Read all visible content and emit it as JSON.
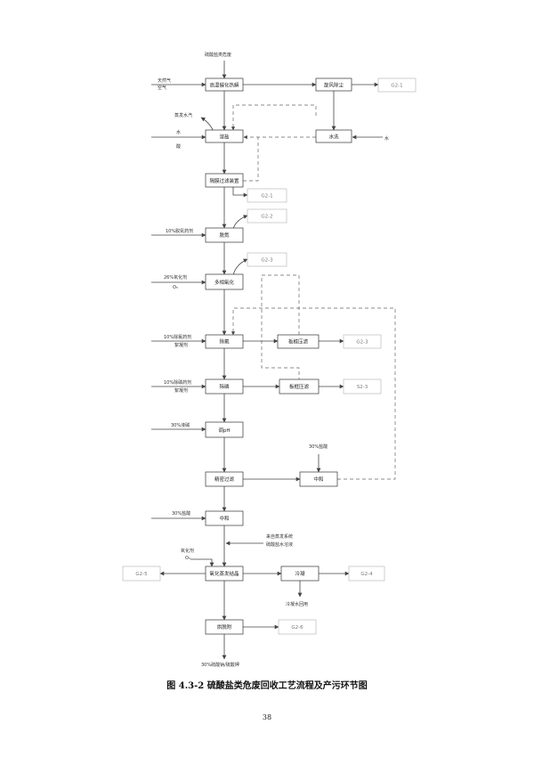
{
  "top_input": "硫酸盐类危废",
  "nodes": {
    "n1": "高温催化热解",
    "n2": "旋风除尘",
    "n3": "溶盐",
    "n4": "水洗",
    "n5": "隔膜过滤装置",
    "n6": "脱氮",
    "n7": "多相氧化",
    "n8": "除氟",
    "n9": "板框压滤",
    "n10": "除磷",
    "n11": "板框压滤",
    "n12": "调pH",
    "n13": "精密过滤",
    "n14": "中和",
    "n15": "中和",
    "n16": "氧化蒸发结晶",
    "n17": "冷凝",
    "n18": "烘脱附"
  },
  "emissions": {
    "e1": "G2-1",
    "e2": "G2-1",
    "e3": "G2-2",
    "e4": "G2-3",
    "e5": "G2-3",
    "e6": "S2-3",
    "e7": "G2-5",
    "e8": "G2-4",
    "e9": "G2-6"
  },
  "labels": {
    "air1": "天然气",
    "air2": "空气",
    "steam": "蒸发水汽",
    "water_in1": "水",
    "water_in2": "酸",
    "water_right": "水",
    "denitro1": "10%脱氮药剂",
    "oxid1": "26%氧化剂",
    "oxid2": "O₃",
    "defluor1": "10%除氟药剂",
    "defluor2": "絮凝剂",
    "dephos1": "10%除磷药剂",
    "dephos2": "絮凝剂",
    "alkali": "30%液碱",
    "acid_right": "30%盐酸",
    "acid_neutral": "30%盐酸",
    "mother1": "来自蒸发系统",
    "mother2": "硫酸盐水溶液",
    "oxid_bottom1": "氧化剂",
    "oxid_bottom2": "O₃",
    "condensate": "冷凝水回用",
    "product": "30%硫酸钠/硫酸钾"
  },
  "caption": "图 4.3-2  硫酸盐类危废回收工艺流程及产污环节图",
  "page_number": "38"
}
